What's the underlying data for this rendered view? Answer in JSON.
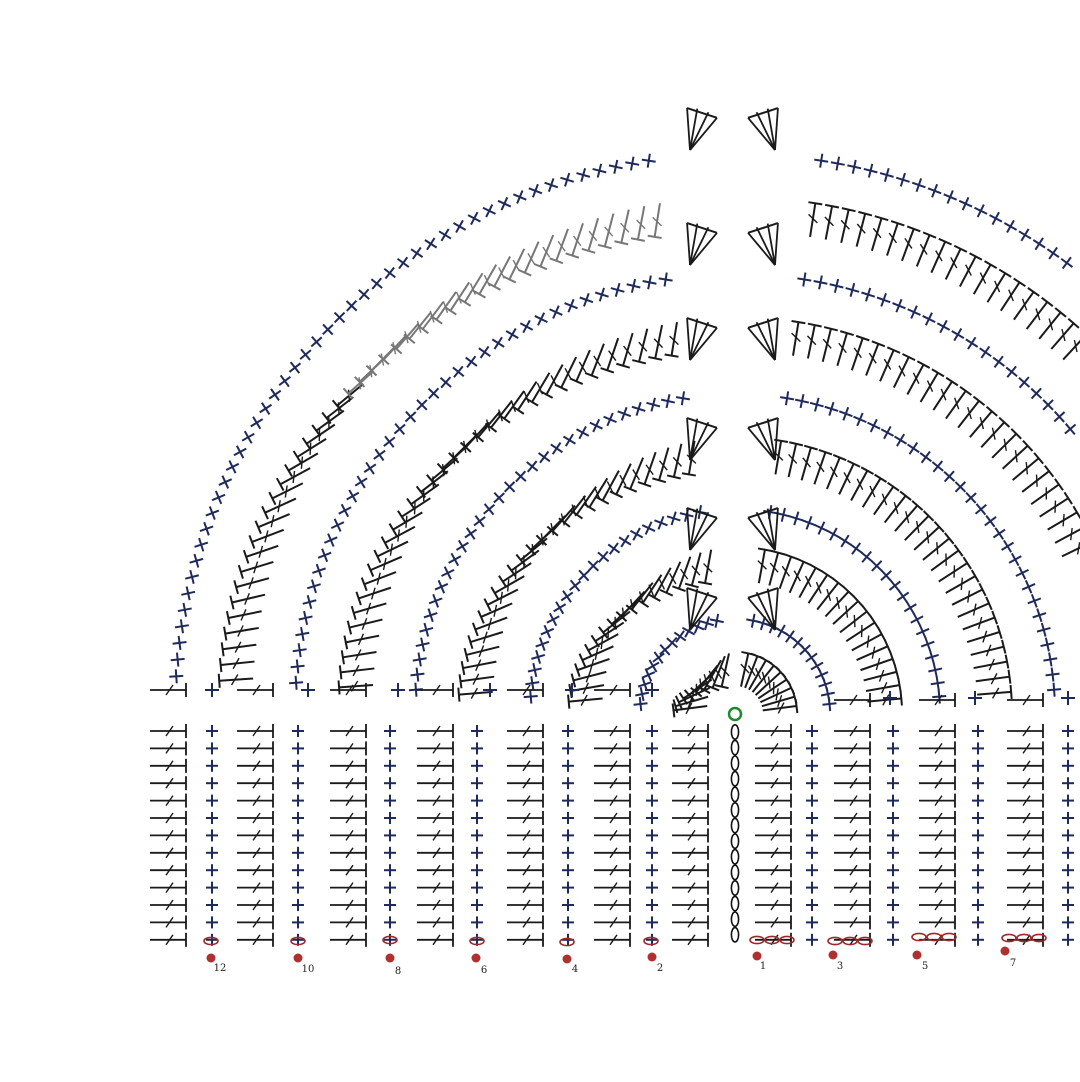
{
  "diagram": {
    "type": "crochet-chart",
    "start_marker": {
      "symbol": "magic-ring"
    },
    "row_labels": [
      "12",
      "10",
      "8",
      "6",
      "4",
      "2",
      "1",
      "3",
      "5",
      "7"
    ],
    "symbols": {
      "double-crochet": "T with slash",
      "single-crochet": "+",
      "chain": "oval",
      "slip-stitch": "dot",
      "dc-cluster": "fan"
    },
    "colors": {
      "stitch": "#1a1a1a",
      "single-crochet": "#1f2a5c",
      "outer-stitch": "#777777",
      "chain": "#9b2a2a",
      "slip-stitch": "#b03030",
      "magic-ring": "#1e8a2e",
      "center-chain": "#111111"
    }
  }
}
